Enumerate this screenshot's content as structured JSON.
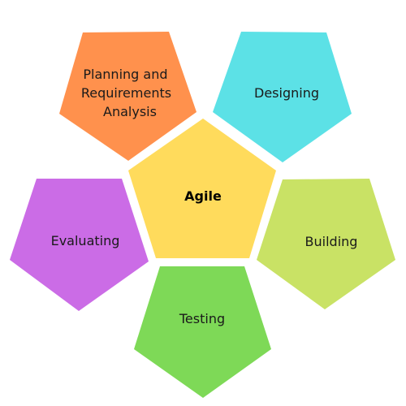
{
  "center": {
    "label": "Agile",
    "color": "#FFDB5C"
  },
  "phases": [
    {
      "id": "planning",
      "label": "Planning and Requirements Analysis",
      "color": "#FF914D"
    },
    {
      "id": "designing",
      "label": "Designing",
      "color": "#5CE1E6"
    },
    {
      "id": "building",
      "label": "Building",
      "color": "#C9E265"
    },
    {
      "id": "testing",
      "label": "Testing",
      "color": "#7ED957"
    },
    {
      "id": "evaluating",
      "label": "Evaluating",
      "color": "#CB6CE6"
    }
  ]
}
